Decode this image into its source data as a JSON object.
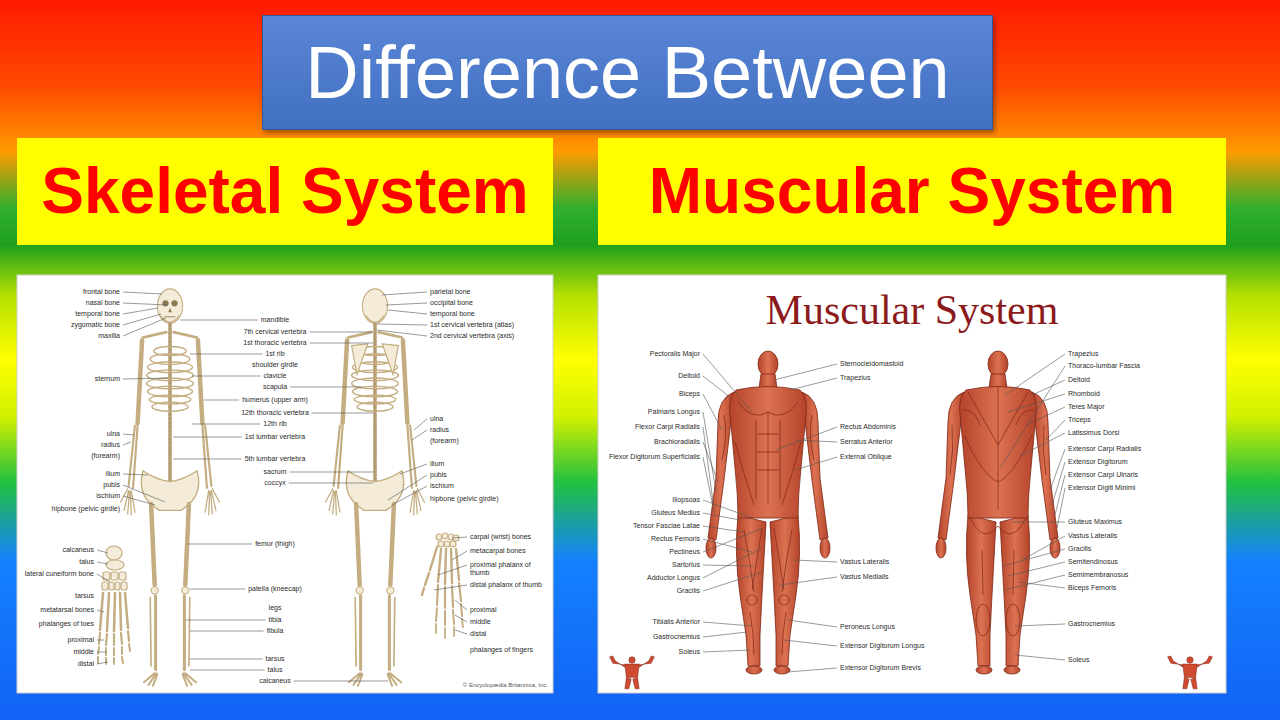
{
  "diagram": {
    "nodes": [
      {
        "text": [
          "Difference Between"
        ]
      },
      {
        "text": [
          "Skeletal System"
        ]
      },
      {
        "text": [
          "Muscular System"
        ]
      },
      {
        "text": [
          "Muscular System"
        ]
      }
    ],
    "labels": [
      "frontal bone",
      "nasal bone",
      "temporal bone",
      "zygomatic bone",
      "maxilla",
      "sternum",
      "ulna",
      "radius",
      "(forearm)",
      "ilium",
      "pubis",
      "ischium",
      "hipbone (pelvic girdle)",
      "calcaneus",
      "talus",
      "lateral cuneiform bone",
      "tarsus",
      "metatarsal bones",
      "phalanges of toes",
      "proximal",
      "middle",
      "distal",
      "mandible",
      "7th cervical vertebra",
      "1st thoracic vertebra",
      "1st rib",
      "shoulder girdle",
      "clavicle",
      "scapula",
      "humerus (upper arm)",
      "12th thoracic vertebra",
      "12th rib",
      "1st lumbar vertebra",
      "5th lumbar vertebra",
      "sacrum",
      "coccyx",
      "femur (thigh)",
      "patella (kneecap)",
      "legs",
      "tibia",
      "fibula",
      "tarsus",
      "talus",
      "calcaneus",
      "parietal bone",
      "occipital bone",
      "temporal bone",
      "1st cervical vertebra (atlas)",
      "2nd cervical vertebra (axis)",
      "ulna",
      "radius",
      "(forearm)",
      "ilium",
      "pubis",
      "ischium",
      "hipbone (pelvic girdle)",
      "carpal (wrist) bones",
      "metacarpal bones",
      "proximal phalanx of thumb",
      "distal phalanx of thumb",
      "proximal",
      "middle",
      "distal",
      "phalanges of fingers",
      "© Encyclopædia Britannica, Inc.",
      "Pectoralis Major",
      "Deltoid",
      "Biceps",
      "Palmaris Longus",
      "Flexor Carpi Radialis",
      "Brachioradialis",
      "Flexor Digitorum Superficialis",
      "Iliopsoas",
      "Gluteus Medius",
      "Tensor Fasciae Latae",
      "Rectus Femoris",
      "Pectineus",
      "Sartorius",
      "Adductor Longus",
      "Gracilis",
      "Tibialis Anterior",
      "Gastrocnemius",
      "Soleus",
      "Sternocleidomastoid",
      "Trapezius",
      "Rectus Abdominis",
      "Serratus Anterior",
      "External Oblique",
      "Vastus Lateralis",
      "Vastus Medialis",
      "Peroneus Longus",
      "Extensor Digitorum Longus",
      "Extensor Digitorum Brevis",
      "Trapezius",
      "Thoraco-lumbar Fascia",
      "Deltoid",
      "Rhomboid",
      "Teres Major",
      "Triceps",
      "Latissimus Dorsi",
      "Extensor Carpi Radialis",
      "Extensor Digitorum",
      "Extensor Carpi Ulnaris",
      "Extensor Digiti Minimi",
      "Gluteus Maximus",
      "Vastus Lateralis",
      "Gracilis",
      "Semitendinosus",
      "Semimembranosus",
      "Biceps Femoris",
      "Gastrocnemius",
      "Soleus"
    ]
  }
}
